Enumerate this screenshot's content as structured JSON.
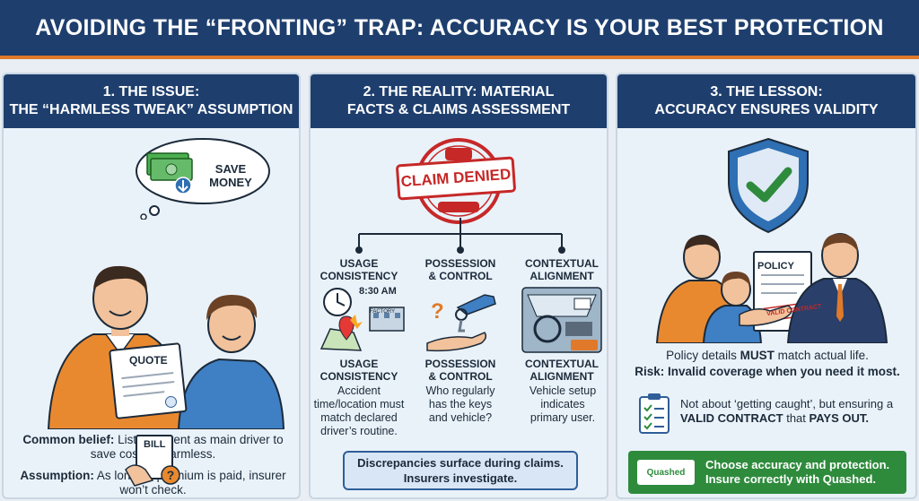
{
  "banner": {
    "title": "AVOIDING THE “FRONTING” TRAP: ACCURACY IS YOUR BEST PROTECTION"
  },
  "panel1": {
    "heading_line1": "1. THE ISSUE:",
    "heading_line2": "THE “HARMLESS TWEAK” ASSUMPTION",
    "cloud_line1": "SAVE",
    "cloud_line2": "MONEY",
    "quote_label": "QUOTE",
    "belief_label": "Common belief:",
    "belief_text": " Listing parent as main driver to save costs is harmless.",
    "assumption_label": "Assumption:",
    "assumption_text": " As long as premium is paid, insurer won’t check.",
    "bill_label": "BILL"
  },
  "panel2": {
    "heading_line1": "2. THE REALITY: MATERIAL",
    "heading_line2": "FACTS & CLAIMS ASSESSMENT",
    "stamp_label": "CLAIM DENIED",
    "columns": [
      {
        "top_title_1": "USAGE",
        "top_title_2": "CONSISTENCY",
        "title_1": "USAGE",
        "title_2": "CONSISTENCY",
        "body": "Accident time/location must match declared driver’s routine."
      },
      {
        "top_title_1": "POSSESSION",
        "top_title_2": "& CONTROL",
        "title_1": "POSSESSION",
        "title_2": "& CONTROL",
        "body": "Who regularly has the keys and vehicle?"
      },
      {
        "top_title_1": "CONTEXTUAL",
        "top_title_2": "ALIGNMENT",
        "title_1": "CONTEXTUAL",
        "title_2": "ALIGNMENT",
        "body": "Vehicle setup indicates primary user."
      }
    ],
    "clock_time": "8:30 AM",
    "building_sign": "FACTORY",
    "callout_line1": "Discrepancies surface during claims.",
    "callout_line2": "Insurers investigate."
  },
  "panel3": {
    "heading_line1": "3. THE LESSON:",
    "heading_line2": "ACCURACY ENSURES VALIDITY",
    "policy_label": "POLICY",
    "contract_stamp": "VALID CONTRACT",
    "policy_pre": "Policy details ",
    "policy_must": "MUST",
    "policy_post": " match actual life.",
    "risk_line": "Risk: Invalid coverage when you need it most.",
    "note_pre": "Not about ‘getting caught’, but ensuring a ",
    "note_valid": "VALID CONTRACT",
    "note_mid": " that ",
    "note_pays": "PAYS OUT.",
    "brand": "Quashed",
    "cta_line1": "Choose accuracy and protection.",
    "cta_line2": "Insure correctly with Quashed."
  },
  "colors": {
    "navy": "#1e3f6e",
    "orange_accent": "#e07a2a",
    "stamp_red": "#c62828",
    "cta_green": "#2e8b3c",
    "panel_bg": "#eaf2f9"
  },
  "icons": [
    "thought-cloud-icon",
    "money-icon",
    "down-arrow-icon",
    "quote-document-icon",
    "bill-icon",
    "question-icon",
    "claim-denied-stamp",
    "clock-icon",
    "building-icon",
    "map-pin-icon",
    "keys-icon",
    "car-interior-icon",
    "shield-check-icon",
    "policy-document-icon",
    "handshake-icon",
    "checklist-icon",
    "quashed-logo"
  ]
}
